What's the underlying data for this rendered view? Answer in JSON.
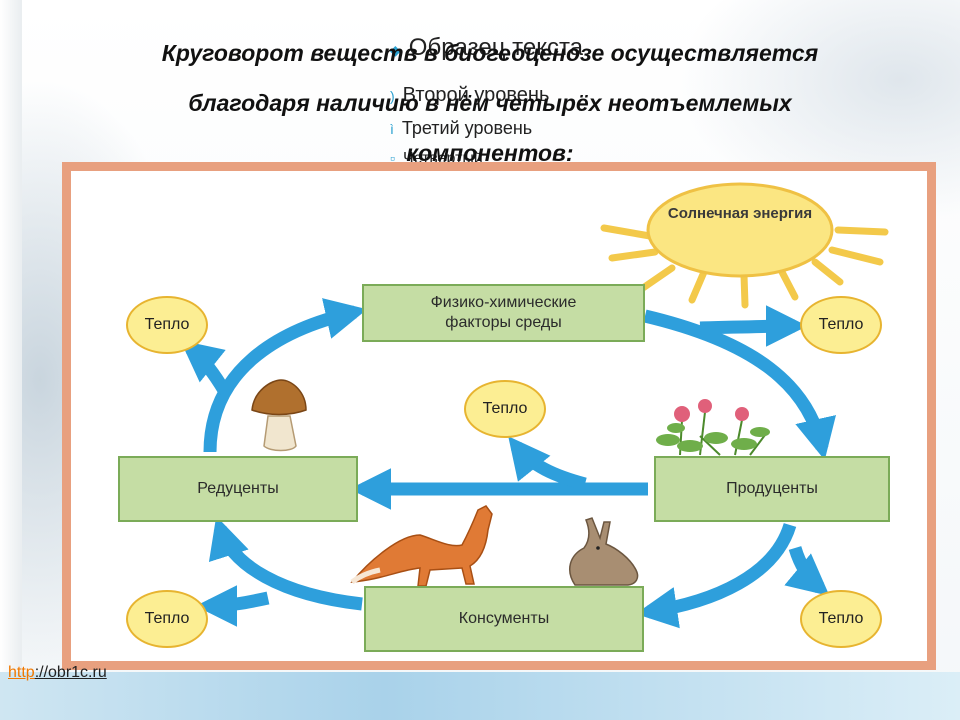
{
  "slide": {
    "title_line1": "Круговорот веществ в биогеоценозе осуществляется",
    "title_line2": "благодаря наличию в нём четырёх неотъемлемых",
    "title_line3": "компонентов:",
    "placeholder": {
      "level1": "Образец текста",
      "level2": "Второй уровень",
      "level3": "Третий уровень",
      "level4": "Четвертый"
    },
    "url_scheme": "http",
    "url_rest": "://obr1c.ru"
  },
  "diagram": {
    "sun_label": "Солнечная энергия",
    "factors": "Физико-химические факторы среды",
    "decomposers": "Редуценты",
    "producers": "Продуценты",
    "consumers": "Консументы",
    "heat": [
      "Тепло",
      "Тепло",
      "Тепло",
      "Тепло",
      "Тепло"
    ],
    "colors": {
      "arrow": "#2e9fdc",
      "box_fill": "#c5dda4",
      "box_border": "#7bab58",
      "heat_fill": "#fcee93",
      "sun_fill": "#fbe682",
      "frame": "#e8a07f"
    }
  }
}
